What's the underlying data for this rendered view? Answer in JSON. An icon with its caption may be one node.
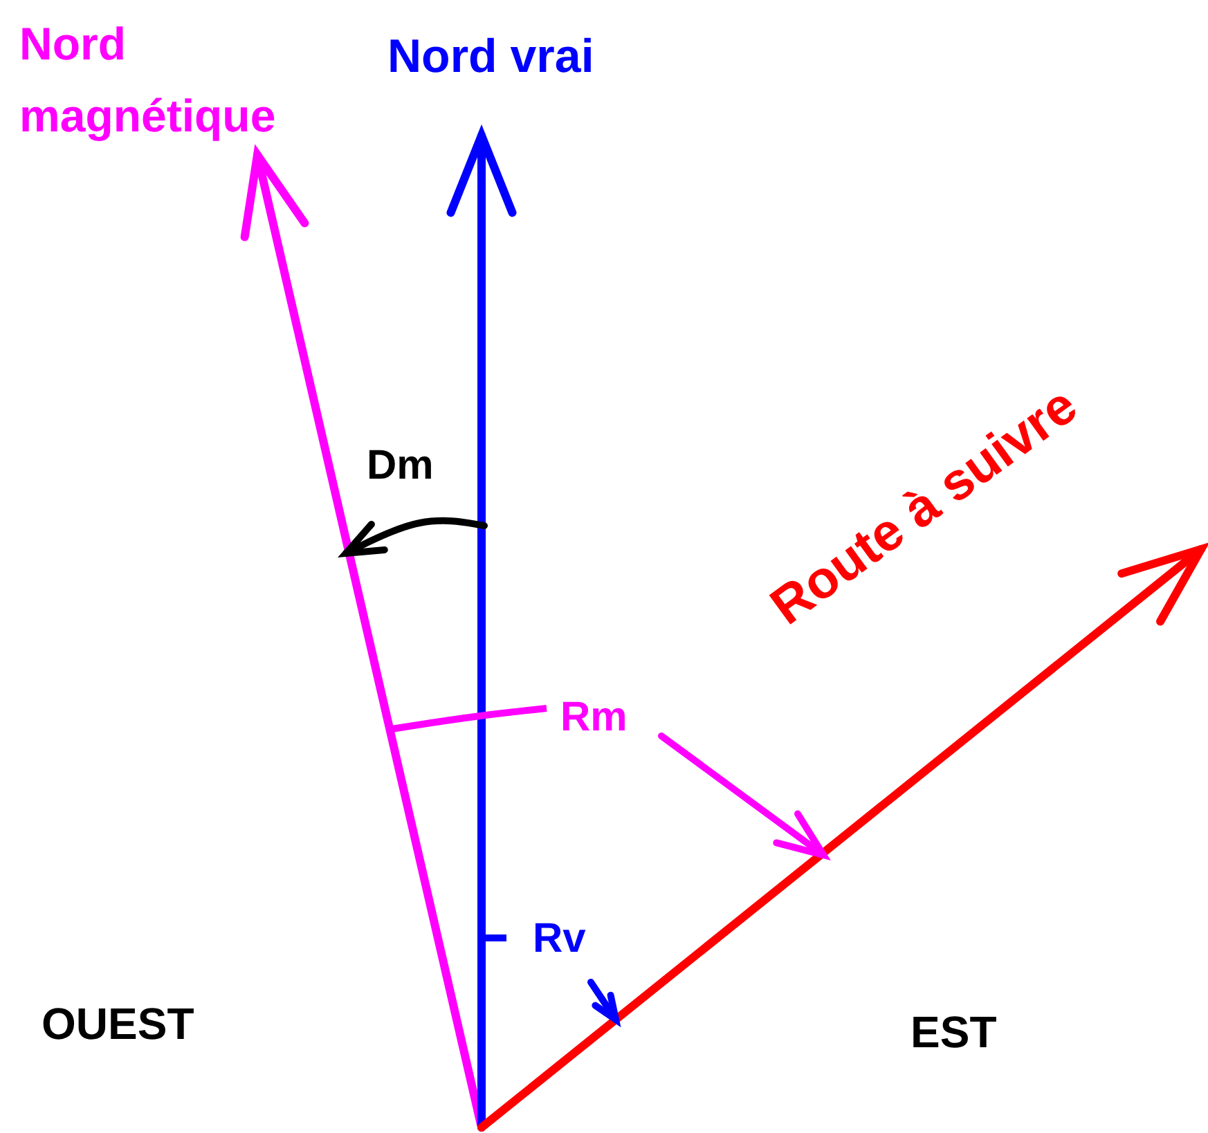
{
  "diagram": {
    "labels": [
      "Nord magnétique",
      "Nord vrai",
      "Dm",
      "Rm",
      "Route à suivre",
      "Rv",
      "OUEST",
      "EST"
    ]
  }
}
